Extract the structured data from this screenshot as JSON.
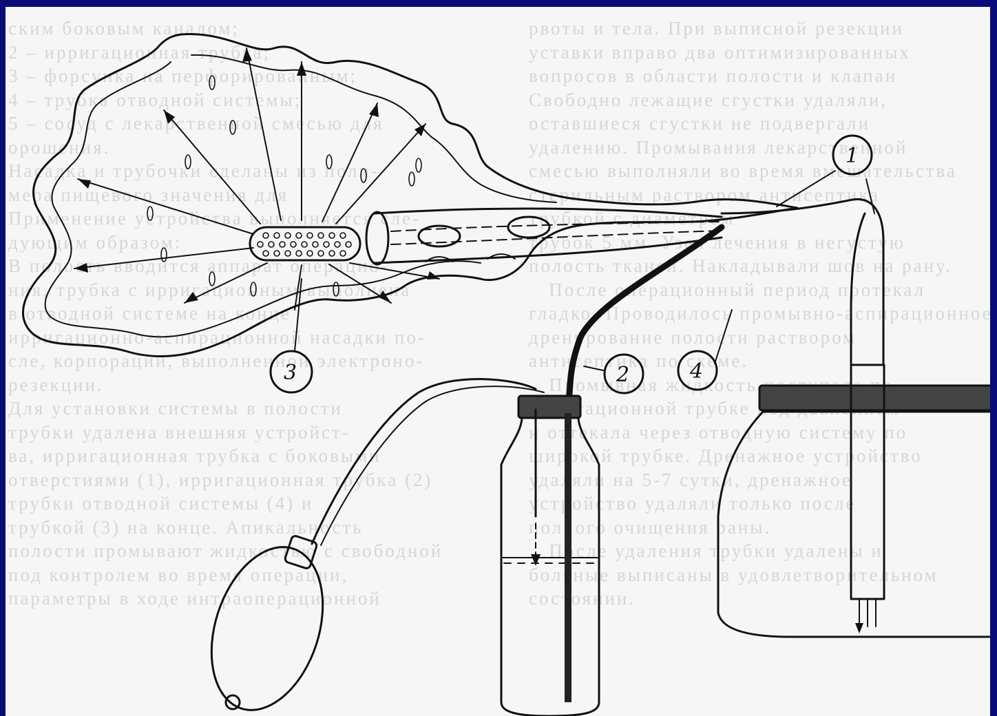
{
  "background": {
    "left_lines": [
      "ским боковым каналом;",
      "2 – ирригационная трубка;",
      "3 – форсунка на перфорированным;",
      "4 – трубка отводной системы;",
      "5 – сосуд с лекарственной смесью для",
      "орошения.",
      "Насадка и трубочки сделаны из поли-",
      "мера пищевого значения для",
      "",
      "Применение устройства выполняется сле-",
      "дующим образом:",
      "В полость вводится аппарат операцио-",
      "ния, трубка с ирригационным выполнена",
      "в отводной системе на конце",
      "ирригационно-аспирационной насадки по-",
      "сле, корпорации, выполненной электроно-",
      "резекции.",
      "Для установки системы в полости",
      "трубки удалена внешняя устройст-",
      "ва, ирригационная трубка с боковыми",
      "отверстиями (1), ирригационная трубка (2)",
      "трубки отводной системы (4) и",
      "трубкой (3) на конце. Апикальность",
      "полости промывают жидкостью с свободной",
      "под контролем во время операции,",
      "параметры в ходе интраоперационной"
    ],
    "right_lines": [
      "рвоты и тела. При выписной резекции",
      "уставки вправо два оптимизированных",
      "вопросов в области полости и клапан",
      "Свободно лежащие сгустки удаляли,",
      "оставшиеся сгустки не подвергали",
      "удалению. Промывания лекарственной",
      "смесью выполняли во время вмешательства",
      "стерильным раствором антисептика",
      "трубкой с диаметром",
      "трубок 5 мм. Узел лечения в негустую",
      "полость тканей. Накладывали шов на рану.",
      "   После операционный период протекал",
      "гладко. Проводилось промывно-аспирационное",
      "дренирование полости раствором",
      "антисептика по схеме.",
      "   Промывная жидкость поступала по",
      "ирригационной трубке под давлением",
      "и оттекала через отводную систему по",
      "широкой трубке. Дренажное устройство",
      "удаляли на 5-7 сутки, дренажное",
      "устройство удаляли только после",
      "полного очищения раны.",
      "   После удаления трубки удалены и",
      "больные выписаны в удовлетворительном",
      "состоянии."
    ]
  },
  "callouts": {
    "c1": "1",
    "c2": "2",
    "c3": "3",
    "c4": "4"
  }
}
